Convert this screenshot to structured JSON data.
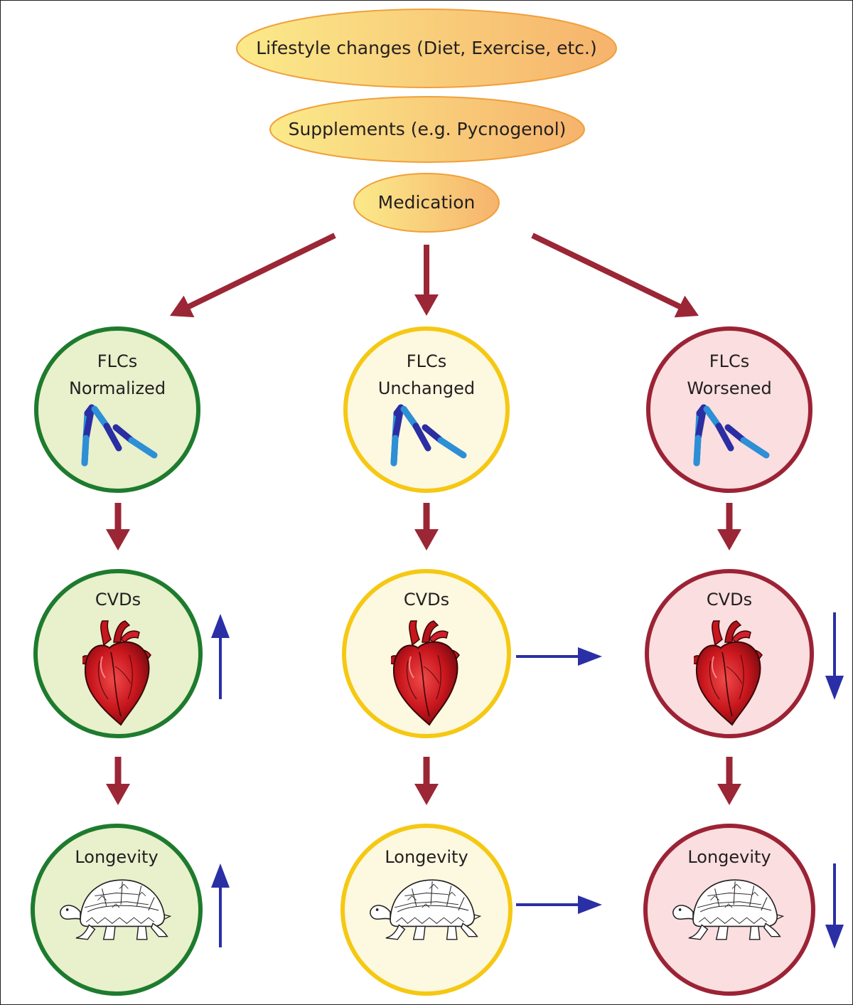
{
  "interventions": [
    {
      "label": "Lifestyle changes (Diet, Exercise, etc.)"
    },
    {
      "label": "Supplements (e.g. Pycnogenol)"
    },
    {
      "label": "Medication"
    }
  ],
  "columns": [
    {
      "flc_title": "FLCs",
      "flc_status": "Normalized",
      "cvd_label": "CVDs",
      "longevity_label": "Longevity",
      "trend": "up",
      "color": "#1e7b2e",
      "fill": "#e8f0cc"
    },
    {
      "flc_title": "FLCs",
      "flc_status": "Unchanged",
      "cvd_label": "CVDs",
      "longevity_label": "Longevity",
      "trend": "flat",
      "color": "#f5c813",
      "fill": "#fdf8e0"
    },
    {
      "flc_title": "FLCs",
      "flc_status": "Worsened",
      "cvd_label": "CVDs",
      "longevity_label": "Longevity",
      "trend": "down",
      "color": "#9b2335",
      "fill": "#fbdedf"
    }
  ],
  "colors": {
    "flow_arrow": "#9b2635",
    "trend_arrow": "#2a2fa6",
    "oval_fill_from": "#fbea8a",
    "oval_fill_to": "#f6b36c",
    "oval_stroke": "#f0a03a",
    "chain_dark": "#2a2ea2",
    "chain_light": "#2d8fd6"
  },
  "icons": {
    "flc": "light-chain-icon",
    "cvd": "heart-icon",
    "longevity": "tortoise-icon",
    "trend": "trend-arrow-icon"
  }
}
